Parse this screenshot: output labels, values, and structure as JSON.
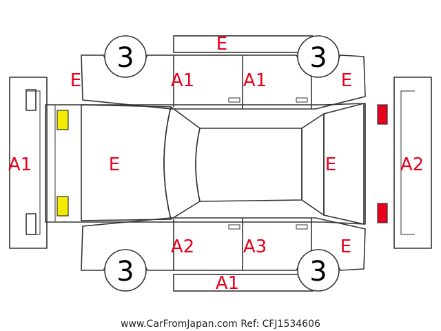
{
  "colors": {
    "damage_code": "#e8001c",
    "light_yellow": "#f3ec00",
    "light_red": "#e8001c",
    "outline": "#333333"
  },
  "wheels": {
    "front_left": "3",
    "front_right": "3",
    "rear_left": "3",
    "rear_right": "3"
  },
  "codes": {
    "roof_top": "E",
    "front_fender_top": "E",
    "front_door_top": "A1",
    "rear_door_top": "A1",
    "rear_fender_top": "E",
    "front_bumper": "A1",
    "hood": "E",
    "trunk": "E",
    "rear_bumper": "A2",
    "front_door_bottom": "A2",
    "rear_door_bottom": "A3",
    "rear_fender_bottom": "E",
    "rocker_bottom": "A1"
  },
  "footer": "www.CarFromJapan.com Ref: CFJ1534606",
  "icons": {
    "front_lights": "headlight-icon",
    "rear_lights": "taillight-icon"
  }
}
